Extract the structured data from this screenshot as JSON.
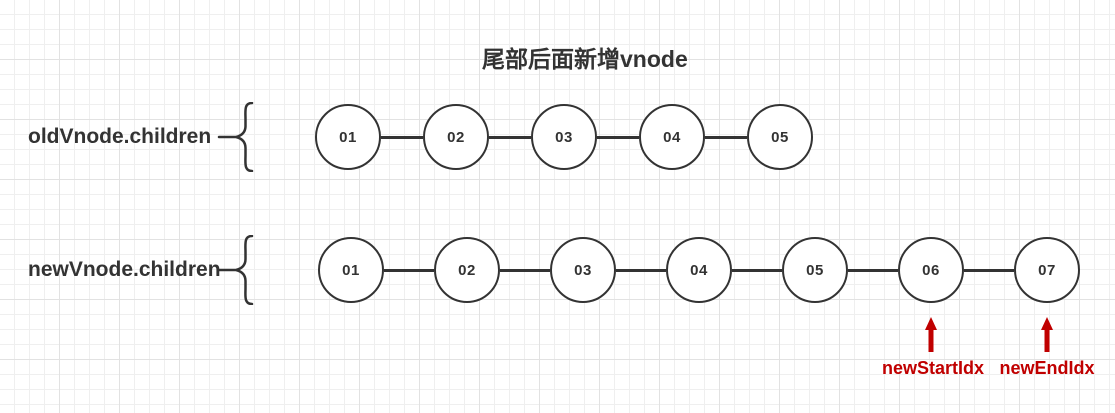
{
  "title": "尾部后面新增vnode",
  "colors": {
    "stroke": "#333333",
    "accent_red": "#c00000",
    "grid_minor": "#efefef",
    "grid_major": "#e2e2e2",
    "background": "#ffffff"
  },
  "rows": [
    {
      "label": "oldVnode.children",
      "nodes": [
        "01",
        "02",
        "03",
        "04",
        "05"
      ]
    },
    {
      "label": "newVnode.children",
      "nodes": [
        "01",
        "02",
        "03",
        "04",
        "05",
        "06",
        "07"
      ]
    }
  ],
  "pointers": [
    {
      "label": "newStartIdx",
      "target_node": "06"
    },
    {
      "label": "newEndIdx",
      "target_node": "07"
    }
  ]
}
